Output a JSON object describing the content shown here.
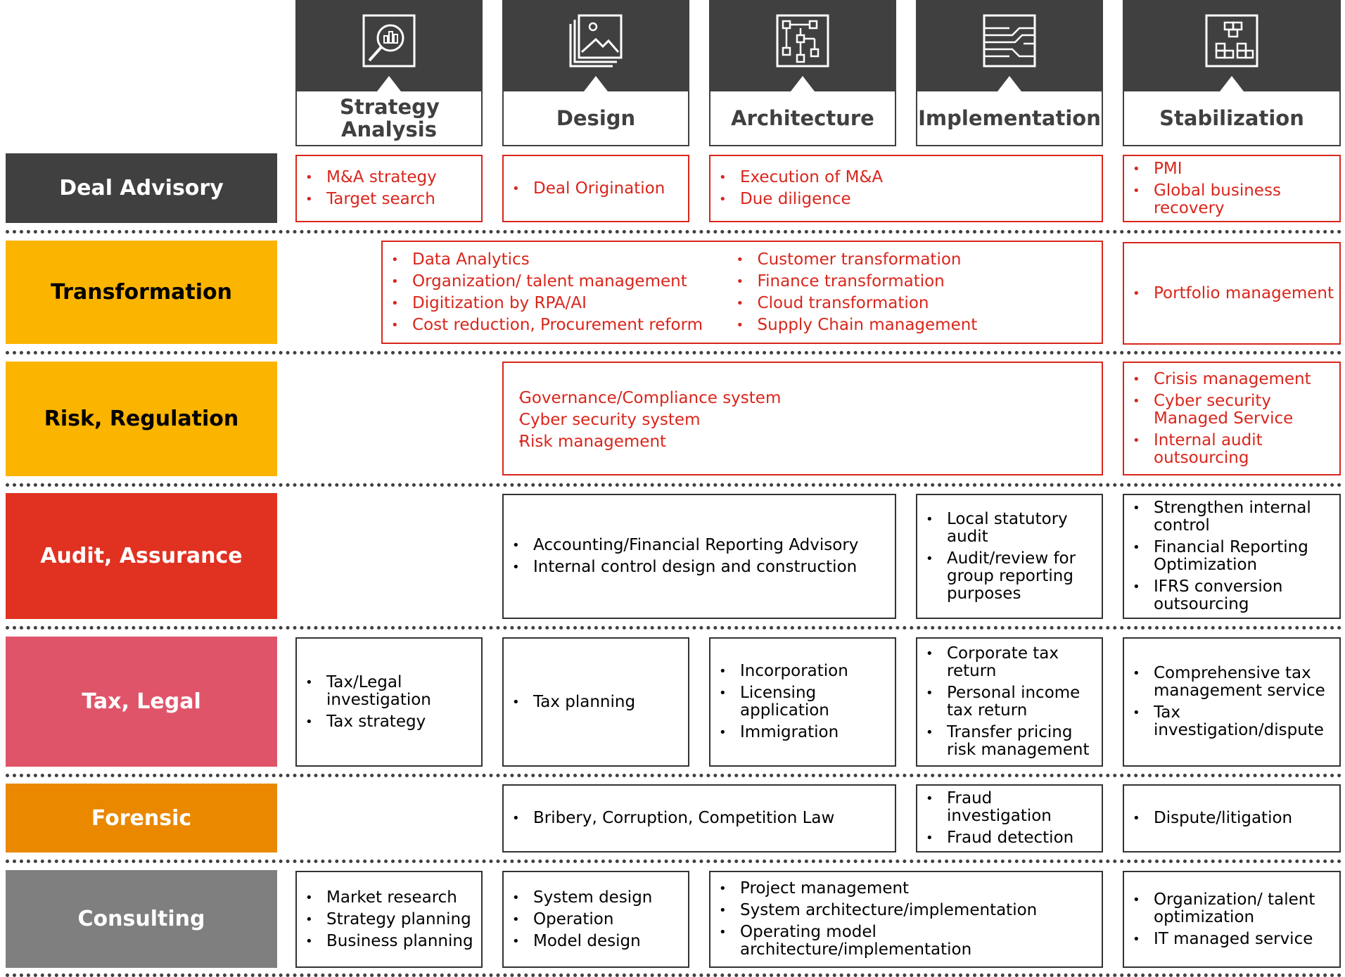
{
  "stages": [
    {
      "label": "Strategy Analysis",
      "icon": "magnifier-chart-icon"
    },
    {
      "label": "Design",
      "icon": "image-stack-icon"
    },
    {
      "label": "Architecture",
      "icon": "network-diagram-icon"
    },
    {
      "label": "Implementation",
      "icon": "circuit-board-icon"
    },
    {
      "label": "Stabilization",
      "icon": "building-blocks-icon"
    }
  ],
  "rows": [
    {
      "label": "Deal Advisory",
      "color": "#404040",
      "text_color": "#ffffff"
    },
    {
      "label": "Transformation",
      "color": "#fbb500",
      "text_color": "#000000"
    },
    {
      "label": "Risk, Regulation",
      "color": "#fbb500",
      "text_color": "#000000"
    },
    {
      "label": "Audit, Assurance",
      "color": "#e03121",
      "text_color": "#ffffff"
    },
    {
      "label": "Tax, Legal",
      "color": "#e0546a",
      "text_color": "#ffffff"
    },
    {
      "label": "Forensic",
      "color": "#ea8800",
      "text_color": "#ffffff"
    },
    {
      "label": "Consulting",
      "color": "#7f7f7f",
      "text_color": "#ffffff"
    }
  ],
  "colors": {
    "accent_red": "#d9261c",
    "dark": "#404040"
  },
  "cells": {
    "deal_strategy": [
      "M&A strategy",
      "Target search"
    ],
    "deal_design": [
      "Deal Origination"
    ],
    "deal_arch_impl": [
      "Execution of M&A",
      "Due diligence"
    ],
    "deal_stab": [
      "PMI",
      "Global business recovery"
    ],
    "trans_left": [
      "Data Analytics",
      "Organization/ talent management",
      "Digitization by RPA/AI",
      "Cost reduction, Procurement reform"
    ],
    "trans_right": [
      "Customer transformation",
      "Finance transformation",
      "Cloud transformation",
      "Supply Chain management"
    ],
    "trans_stab": [
      "Portfolio management"
    ],
    "risk_main": [
      "Governance/Compliance system",
      "Cyber security system",
      "Risk management"
    ],
    "risk_stab": [
      "Crisis management",
      "Cyber security Managed Service",
      "Internal audit outsourcing"
    ],
    "audit_design_arch": [
      "Accounting/Financial Reporting Advisory",
      "Internal control design and construction"
    ],
    "audit_impl": [
      "Local statutory audit",
      "Audit/review for group reporting purposes"
    ],
    "audit_stab": [
      "Strengthen internal control",
      "Financial Reporting Optimization",
      "IFRS conversion outsourcing"
    ],
    "tax_strategy": [
      "Tax/Legal investigation",
      "Tax strategy"
    ],
    "tax_design": [
      "Tax planning"
    ],
    "tax_arch": [
      "Incorporation",
      "Licensing application",
      "Immigration"
    ],
    "tax_impl": [
      "Corporate tax return",
      "Personal income tax return",
      "Transfer pricing risk management"
    ],
    "tax_stab": [
      "Comprehensive tax management service",
      "Tax investigation/dispute"
    ],
    "forensic_design_arch": [
      "Bribery, Corruption, Competition Law"
    ],
    "forensic_impl": [
      "Fraud investigation",
      "Fraud detection"
    ],
    "forensic_stab": [
      "Dispute/litigation"
    ],
    "consult_strategy": [
      "Market research",
      "Strategy planning",
      "Business planning"
    ],
    "consult_design": [
      "System design",
      "Operation",
      "Model design"
    ],
    "consult_arch_impl": [
      "Project management",
      "System architecture/implementation",
      "Operating model architecture/implementation"
    ],
    "consult_stab": [
      "Organization/ talent optimization",
      "IT managed service"
    ]
  }
}
